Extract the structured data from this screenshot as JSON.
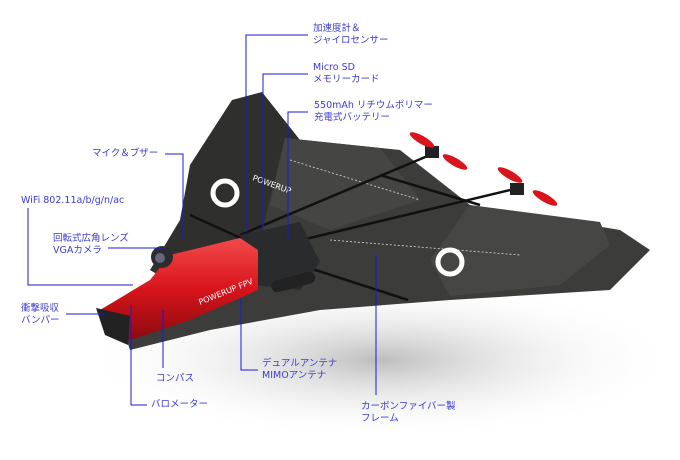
{
  "colors": {
    "leader": "#1a1ad8",
    "label": "#3b3bd6",
    "body_red": "#d8141c",
    "wing": "#3c3d3a"
  },
  "product_text": {
    "brand_body": "POWERUP FPV",
    "brand_wing": "POWERUP"
  },
  "labels": {
    "accelerometer": {
      "line1": "加速度計＆",
      "line2": "ジャイロセンサー"
    },
    "microsd": {
      "line1": "Micro SD",
      "line2": "メモリーカード"
    },
    "battery": {
      "line1": "550mAh リチウムポリマー",
      "line2": "充電式バッテリー"
    },
    "mic": {
      "line1": "マイク＆ブザー"
    },
    "wifi": {
      "line1": "WiFi 802.11a/b/g/n/ac"
    },
    "camera": {
      "line1": "回転式広角レンズ",
      "line2": "VGAカメラ"
    },
    "bumper": {
      "line1": "衝撃吸収",
      "line2": "バンパー"
    },
    "compass": {
      "line1": "コンパス"
    },
    "barometer": {
      "line1": "バロメーター"
    },
    "antenna": {
      "line1": "デュアルアンテナ",
      "line2": "MIMOアンテナ"
    },
    "frame": {
      "line1": "カーボンファイバー製",
      "line2": "フレーム"
    }
  }
}
